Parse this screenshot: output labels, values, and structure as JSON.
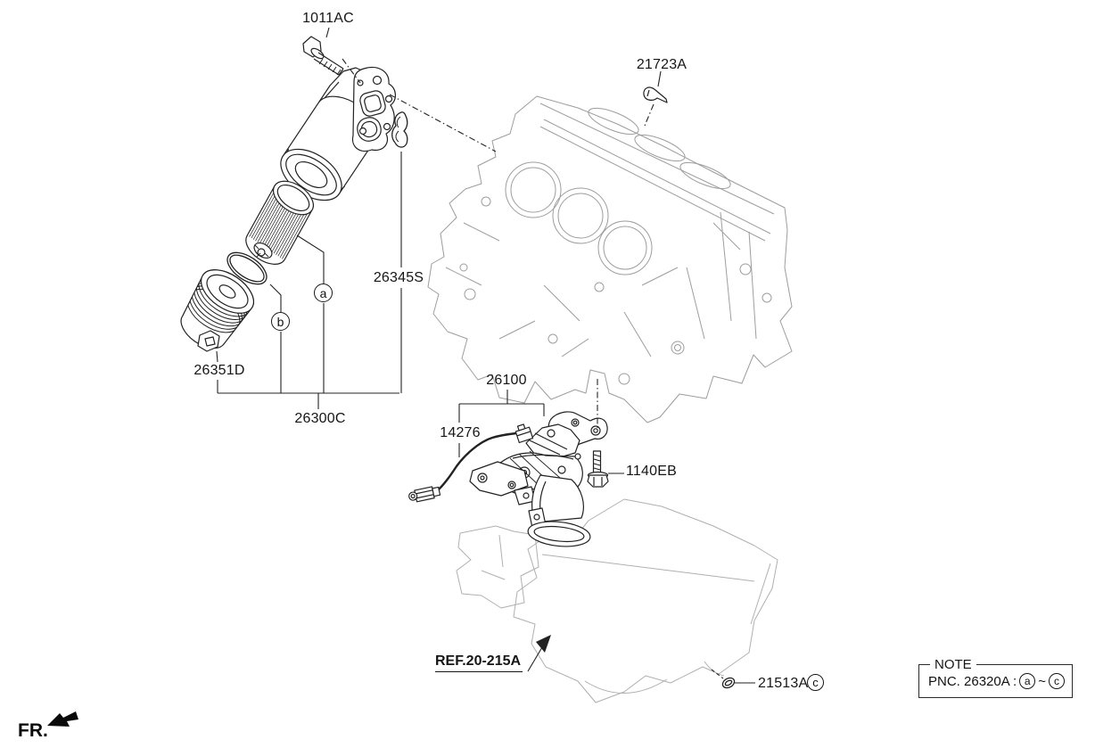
{
  "parts": {
    "bolt_1011ac": "1011AC",
    "clip_21723a": "21723A",
    "gasket_26345s": "26345S",
    "cap_26351d": "26351D",
    "assembly_26300c": "26300C",
    "pump_26100": "26100",
    "sensor_14276": "14276",
    "bolt_1140eb": "1140EB",
    "oring_21513a": "21513A"
  },
  "callouts": {
    "a": "a",
    "b": "b",
    "c": "c"
  },
  "reference": {
    "label": "REF.20-215A"
  },
  "note": {
    "title": "NOTE",
    "pnc_label": "PNC. 26320A :",
    "range_start": "a",
    "range_separator": "~",
    "range_end": "c"
  },
  "orientation": {
    "front_label": "FR."
  },
  "colors": {
    "line_black": "#222222",
    "block_gray": "#9d9d9d",
    "bedplate_gray": "#b0b0b0",
    "text": "#161616"
  }
}
